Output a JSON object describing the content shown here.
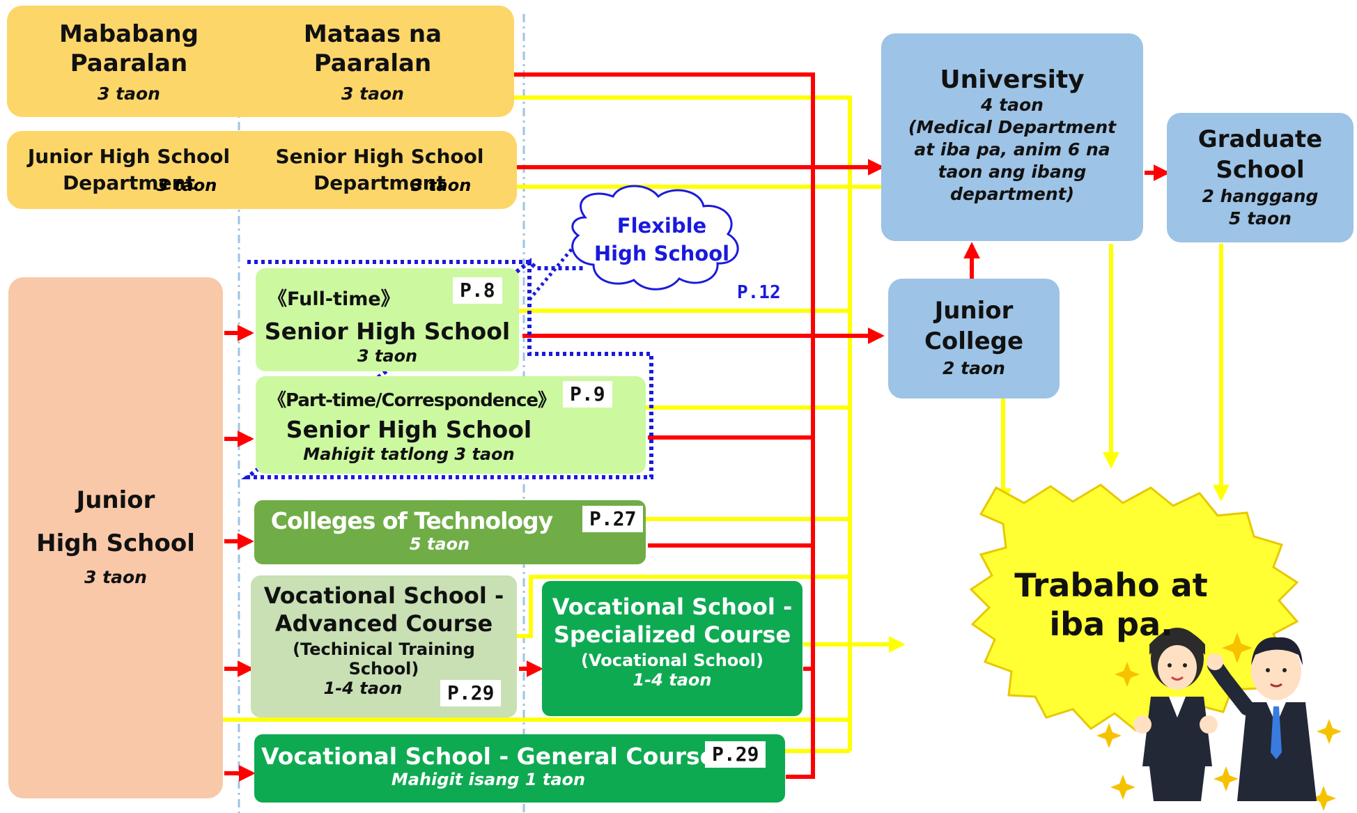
{
  "top": {
    "elementary": {
      "name": "Mababang Paaralan",
      "years": "3 taon"
    },
    "high": {
      "name": "Mataas na Paaralan",
      "years": "3 taon"
    },
    "jhs_dept": {
      "name": "Junior High School Department",
      "years": "3 taon"
    },
    "shs_dept": {
      "name": "Senior High School Department",
      "years": "3 taon"
    }
  },
  "junior_high": {
    "name_line1": "Junior",
    "name_line2": "High School",
    "years": "3 taon"
  },
  "fulltime": {
    "tag": "《Full-time》",
    "name": "Senior High School",
    "years": "3 taon",
    "page": "P.8"
  },
  "parttime": {
    "tag": "《Part-time/Correspondence》",
    "name": "Senior High School",
    "years": "Mahigit tatlong 3 taon",
    "page": "P.9"
  },
  "flexible": {
    "line1": "Flexible",
    "line2": "High School",
    "page": "P.12"
  },
  "tech": {
    "name": "Colleges of Technology",
    "years": "5 taon",
    "page": "P.27"
  },
  "voc_adv": {
    "line1": "Vocational School -",
    "line2": "Advanced Course",
    "sub1": "(Techinical Training",
    "sub2": "School)",
    "years": "1-4 taon",
    "page": "P.29"
  },
  "voc_spec": {
    "line1": "Vocational School -",
    "line2": "Specialized Course",
    "sub": "(Vocational School)",
    "years": "1-4 taon"
  },
  "voc_gen": {
    "name": "Vocational School - General Course",
    "years": "Mahigit isang 1 taon",
    "page": "P.29"
  },
  "university": {
    "name": "University",
    "years": "4 taon",
    "note1": "(Medical Department",
    "note2": "at iba pa, anim 6 na",
    "note3": "taon ang ibang",
    "note4": "department)"
  },
  "graduate": {
    "line1": "Graduate",
    "line2": "School",
    "years1": "2 hanggang",
    "years2": "5 taon"
  },
  "junior_college": {
    "line1": "Junior",
    "line2": "College",
    "years": "2 taon"
  },
  "work": {
    "line1": "Trabaho at",
    "line2": "iba pa."
  },
  "colors": {
    "red": "#ff0000",
    "yellow": "#ffff00",
    "navy_dots": "#1a1adc"
  }
}
